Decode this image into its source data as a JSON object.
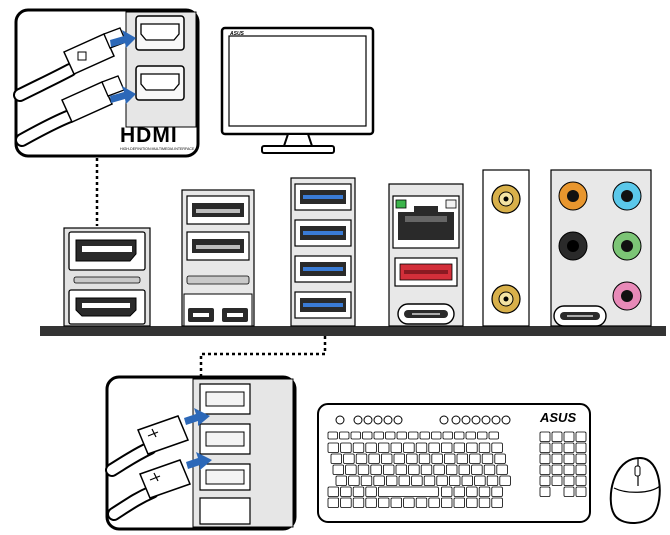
{
  "hdmi_callout": {
    "logo_text": "HDMI",
    "tagline": "HIGH-DEFINITION MULTIMEDIA INTERFACE"
  },
  "monitor": {
    "brand": "ASUS"
  },
  "keyboard": {
    "brand": "ASUS"
  },
  "colors": {
    "usb_blue": "#3a7bd5",
    "usb_red": "#d32f3a",
    "audio_orange": "#e8962e",
    "audio_blue": "#5bc8ea",
    "audio_black": "#2a2a2a",
    "audio_green": "#7cc576",
    "audio_pink": "#e88ab8",
    "gold_connector": "#d8b04a",
    "arrow_blue": "#2c68b8",
    "lan_led_green": "#3cb44b"
  },
  "icons": [
    "hdmi-port-icon",
    "displayport-icon",
    "usb-port-icon",
    "rj45-lan-icon",
    "usb-c-icon",
    "antenna-connector-icon",
    "audio-jack-icon",
    "monitor-icon",
    "keyboard-icon",
    "mouse-icon"
  ]
}
